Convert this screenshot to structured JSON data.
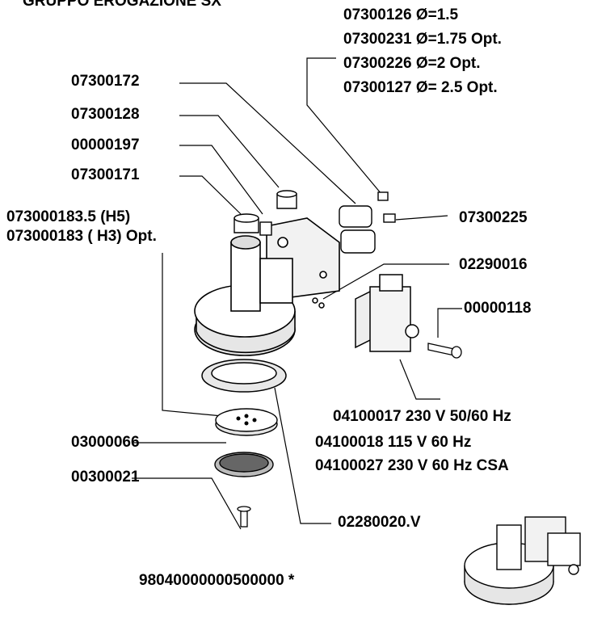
{
  "title": "GRUPPO EROGAZIONE SX",
  "parts": {
    "nozzle_options": [
      "07300126 Ø=1.5",
      "07300231 Ø=1.75 Opt.",
      "07300226 Ø=2 Opt.",
      "07300127 Ø= 2.5 Opt."
    ],
    "p07300172": "07300172",
    "p07300128": "07300128",
    "p00000197": "00000197",
    "p07300171": "07300171",
    "p073000183_h5": "073000183.5 (H5)",
    "p073000183_h3": "073000183 ( H3) Opt.",
    "p07300225": "07300225",
    "p02290016": "02290016",
    "p00000118": "00000118",
    "solenoid_options": [
      "04100017  230 V 50/60 Hz",
      "04100018 115 V 60 Hz",
      "04100027 230 V 60 Hz CSA"
    ],
    "p03000066": "03000066",
    "p00300021": "00300021",
    "p02280020v": "02280020.V",
    "assembly": "98040000000500000 *"
  }
}
